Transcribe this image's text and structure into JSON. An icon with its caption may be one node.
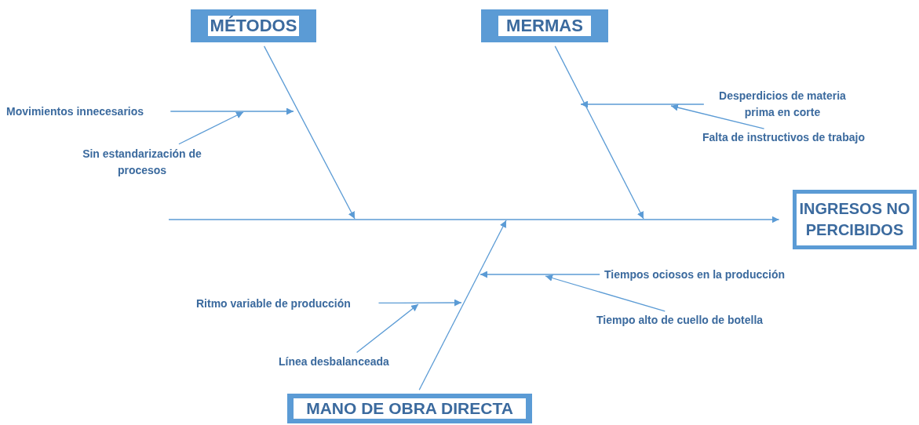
{
  "diagram": {
    "nodes": [
      {
        "text": [
          "MÉTODOS"
        ]
      },
      {
        "text": [
          "MERMAS"
        ]
      },
      {
        "text": [
          "Movimientos innecesarios"
        ]
      },
      {
        "text": [
          "Desperdicios de materia prima en corte"
        ]
      },
      {
        "text": [
          "Falta de instructivos de trabajo"
        ]
      },
      {
        "text": [
          "Sin estandarización de procesos"
        ]
      },
      {
        "text": [
          "INGRESOS NO PERCIBIDOS"
        ]
      },
      {
        "text": [
          "Tiempos ociosos en la producción"
        ]
      },
      {
        "text": [
          "Ritmo variable de producción"
        ]
      },
      {
        "text": [
          "Tiempo alto de cuello de botella"
        ]
      },
      {
        "text": [
          "Línea desbalanceada"
        ]
      },
      {
        "text": [
          "MANO DE OBRA DIRECTA"
        ]
      }
    ],
    "edges": [
      {
        "from": null,
        "to": 6,
        "arrow": "to"
      },
      {
        "from": 0,
        "to": null,
        "arrow": "to"
      },
      {
        "from": 1,
        "to": null,
        "arrow": "to"
      },
      {
        "from": 11,
        "to": null,
        "arrow": "to"
      },
      {
        "from": 2,
        "to": null,
        "arrow": "to"
      },
      {
        "from": 5,
        "to": null,
        "arrow": "to"
      },
      {
        "from": 3,
        "to": null,
        "arrow": "to"
      },
      {
        "from": 4,
        "to": null,
        "arrow": "to"
      },
      {
        "from": 7,
        "to": null,
        "arrow": "to"
      },
      {
        "from": 9,
        "to": null,
        "arrow": "to"
      },
      {
        "from": 8,
        "to": null,
        "arrow": "to"
      },
      {
        "from": 10,
        "to": null,
        "arrow": "to"
      }
    ]
  }
}
